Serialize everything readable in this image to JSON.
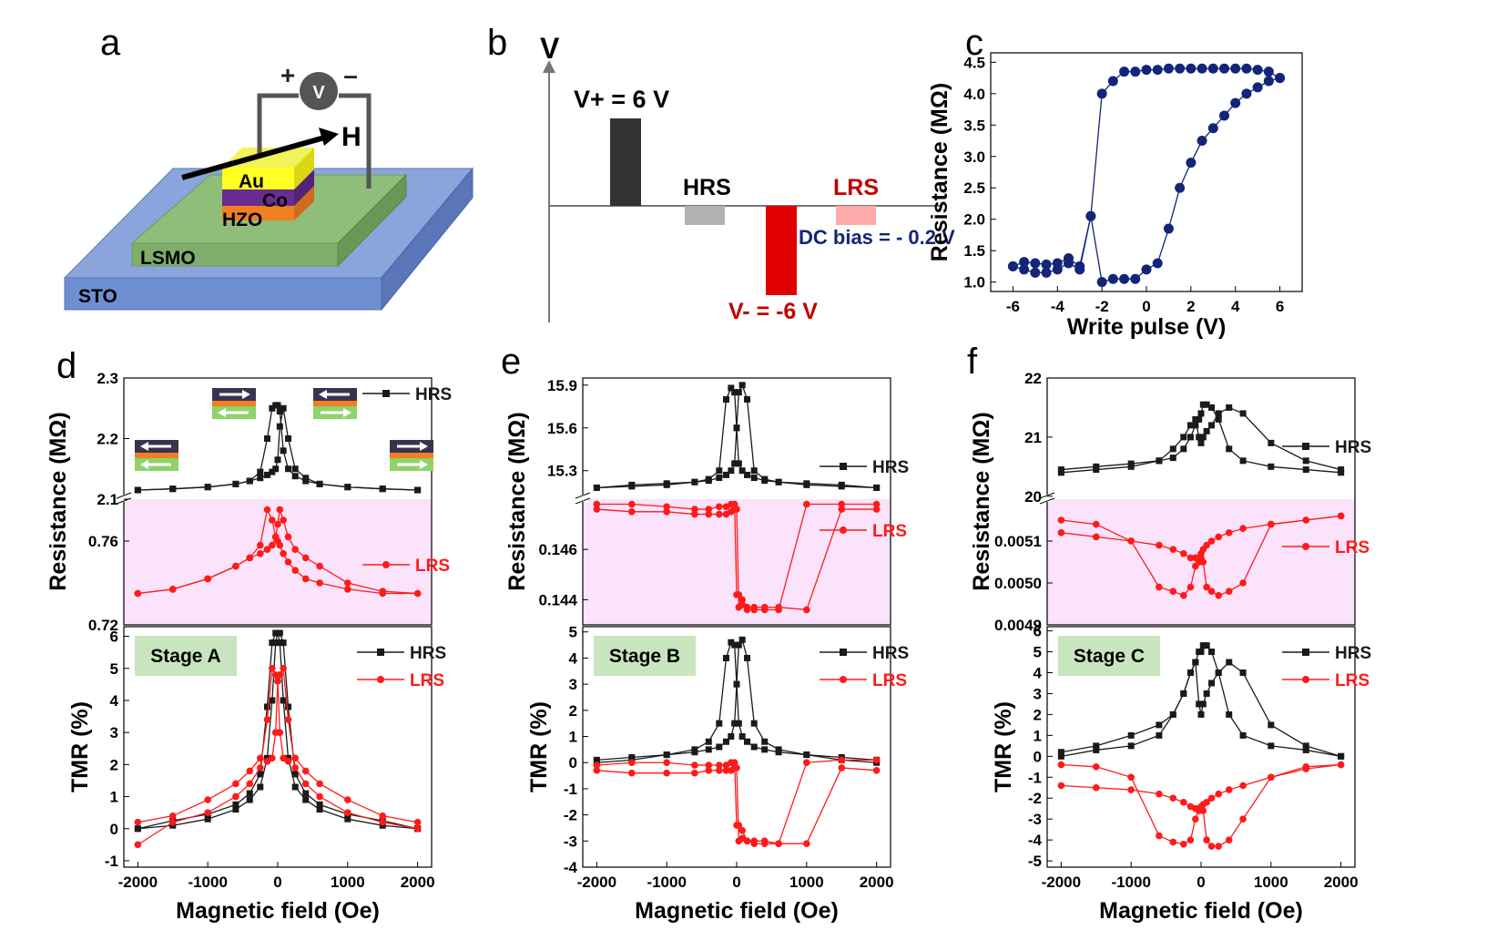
{
  "panel_letters": {
    "a": "a",
    "b": "b",
    "c": "c",
    "d": "d",
    "e": "e",
    "f": "f"
  },
  "colors": {
    "hrs": "#1a1a1a",
    "lrs": "#ff1a1a",
    "c_series": "#12257a",
    "stage_box": "#c9e5bf",
    "pink_band": "#fbe3fb",
    "sto": "#6e8fcf",
    "lsmo": "#7fad6b",
    "au": "#ffff22",
    "co": "#6a2c91",
    "hzo": "#f07f22"
  },
  "panel_a": {
    "labels": {
      "au": "Au",
      "co": "Co",
      "hzo": "HZO",
      "lsmo": "LSMO",
      "sto": "STO",
      "h": "H",
      "v": "V",
      "plus": "+",
      "minus": "–"
    }
  },
  "panel_b": {
    "axis_label": "V",
    "vplus": "V+ = 6 V",
    "vminus": "V- = -6 V",
    "hrs": "HRS",
    "lrs": "LRS",
    "dc_bias": "DC bias = - 0.2 V"
  },
  "panel_c": {
    "xlabel": "Write pulse (V)",
    "ylabel": "Resistance (MΩ)",
    "xticks": [
      "-6",
      "-4",
      "-2",
      "0",
      "2",
      "4",
      "6"
    ],
    "yticks": [
      "1.0",
      "1.5",
      "2.0",
      "2.5",
      "3.0",
      "3.5",
      "4.0",
      "4.5"
    ]
  },
  "panels_def": {
    "xlabel": "Magnetic field (Oe)",
    "res_ylabel": "Resistance (MΩ)",
    "tmr_ylabel": "TMR (%)",
    "xticks": [
      "-2000",
      "-1000",
      "0",
      "1000",
      "2000"
    ],
    "legend_hrs": "HRS",
    "legend_lrs": "LRS",
    "d": {
      "stage": "Stage A",
      "res_top_ticks": [
        "2.3",
        "2.2",
        "2.1"
      ],
      "res_bot_ticks": [
        "0.76",
        "0.72"
      ],
      "tmr_ticks": [
        "6",
        "5",
        "4",
        "3",
        "2",
        "1",
        "0",
        "-1"
      ]
    },
    "e": {
      "stage": "Stage B",
      "res_top_ticks": [
        "15.9",
        "15.6",
        "15.3"
      ],
      "res_bot_ticks": [
        "0.146",
        "0.144"
      ],
      "tmr_ticks": [
        "5",
        "4",
        "3",
        "2",
        "1",
        "0",
        "-1",
        "-2",
        "-3",
        "-4"
      ]
    },
    "f": {
      "stage": "Stage C",
      "res_top_ticks": [
        "22",
        "21",
        "20"
      ],
      "res_bot_ticks": [
        "0.0051",
        "0.0050",
        "0.0049"
      ],
      "tmr_ticks": [
        "6",
        "5",
        "4",
        "3",
        "2",
        "1",
        "0",
        "-1",
        "-2",
        "-3",
        "-4",
        "-5"
      ]
    }
  },
  "chart_data": [
    {
      "type": "scatter",
      "panel": "c",
      "xlabel": "Write pulse (V)",
      "ylabel": "Resistance (MΩ)",
      "xlim": [
        -7,
        7
      ],
      "ylim": [
        0.85,
        4.65
      ],
      "series": [
        {
          "x": [
            -6,
            -5.5,
            -5,
            -4.5,
            -4,
            -3.5,
            -3,
            -2.5,
            -2,
            -1.5,
            -1,
            -0.5,
            0,
            0.5,
            1,
            1.5,
            2,
            2.5,
            3,
            3.5,
            4,
            4.5,
            5,
            5.5,
            6
          ],
          "y": [
            1.25,
            1.2,
            1.15,
            1.15,
            1.2,
            1.3,
            1.2,
            2.05,
            1.0,
            1.05,
            1.05,
            1.05,
            1.2,
            1.3,
            1.85,
            2.5,
            2.9,
            3.25,
            3.45,
            3.65,
            3.85,
            4.0,
            4.1,
            4.2,
            4.25
          ]
        },
        {
          "x": [
            6,
            5.5,
            5,
            4.5,
            4,
            3.5,
            3,
            2.5,
            2,
            1.5,
            1,
            0.5,
            0,
            -0.5,
            -1,
            -1.5,
            -2,
            -2.5,
            -3,
            -3.5,
            -4,
            -4.5,
            -5,
            -5.5,
            -6
          ],
          "y": [
            4.25,
            4.35,
            4.38,
            4.4,
            4.4,
            4.4,
            4.4,
            4.4,
            4.4,
            4.4,
            4.4,
            4.38,
            4.38,
            4.35,
            4.35,
            4.2,
            4.0,
            2.05,
            1.25,
            1.38,
            1.3,
            1.28,
            1.3,
            1.32,
            1.25
          ]
        }
      ]
    },
    {
      "type": "line",
      "panel": "d",
      "x": [
        -2000,
        -1500,
        -1000,
        -600,
        -400,
        -250,
        -150,
        -80,
        -30,
        0,
        30,
        80,
        150,
        250,
        400,
        600,
        1000,
        1500,
        2000
      ],
      "series": [
        {
          "name": "HRS",
          "role": "res",
          "up": [
            2.115,
            2.117,
            2.12,
            2.125,
            2.13,
            2.145,
            2.2,
            2.25,
            2.255,
            2.255,
            2.245,
            2.18,
            2.15,
            2.138,
            2.13,
            2.125,
            2.12,
            2.117,
            2.115
          ],
          "down": [
            2.115,
            2.117,
            2.12,
            2.125,
            2.13,
            2.135,
            2.14,
            2.145,
            2.15,
            2.165,
            2.22,
            2.25,
            2.2,
            2.15,
            2.135,
            2.125,
            2.12,
            2.117,
            2.115
          ]
        },
        {
          "name": "LRS",
          "role": "res",
          "up": [
            0.735,
            0.737,
            0.742,
            0.748,
            0.752,
            0.758,
            0.775,
            0.77,
            0.762,
            0.76,
            0.758,
            0.754,
            0.75,
            0.746,
            0.742,
            0.74,
            0.737,
            0.735,
            0.735
          ],
          "down": [
            0.735,
            0.737,
            0.742,
            0.748,
            0.752,
            0.754,
            0.756,
            0.758,
            0.762,
            0.768,
            0.775,
            0.77,
            0.762,
            0.756,
            0.752,
            0.748,
            0.74,
            0.736,
            0.735
          ]
        },
        {
          "name": "HRS",
          "role": "tmr",
          "up": [
            0.0,
            0.25,
            0.45,
            0.75,
            1.1,
            1.7,
            3.8,
            5.8,
            6.1,
            6.1,
            5.8,
            4.0,
            2.2,
            1.3,
            0.9,
            0.6,
            0.3,
            0.1,
            0.0
          ],
          "down": [
            0.0,
            0.1,
            0.3,
            0.6,
            0.9,
            1.3,
            2.2,
            4.0,
            5.8,
            6.1,
            6.1,
            5.8,
            3.8,
            1.7,
            1.1,
            0.75,
            0.45,
            0.25,
            0.0
          ]
        },
        {
          "name": "LRS",
          "role": "tmr",
          "up": [
            -0.5,
            0.2,
            0.5,
            1.0,
            1.4,
            1.9,
            3.4,
            5.0,
            4.8,
            4.6,
            3.0,
            2.2,
            2.1,
            2.2,
            1.8,
            1.4,
            0.9,
            0.4,
            0.2
          ],
          "down": [
            0.2,
            0.4,
            0.9,
            1.4,
            1.8,
            2.2,
            2.1,
            2.2,
            3.0,
            4.6,
            4.8,
            5.0,
            3.4,
            1.9,
            1.4,
            1.0,
            0.5,
            0.2,
            0.0
          ]
        }
      ],
      "xlabel": "Magnetic field (Oe)",
      "res_ylim_top": [
        2.1,
        2.3
      ],
      "res_ylim_bot": [
        0.72,
        0.78
      ],
      "tmr_ylim": [
        -1.2,
        6.3
      ]
    },
    {
      "type": "line",
      "panel": "e",
      "x": [
        -2000,
        -1500,
        -1000,
        -600,
        -400,
        -250,
        -150,
        -80,
        -30,
        0,
        30,
        80,
        150,
        250,
        400,
        600,
        1000,
        1500,
        2000
      ],
      "series": [
        {
          "name": "HRS",
          "role": "res",
          "up": [
            15.18,
            15.19,
            15.2,
            15.22,
            15.24,
            15.3,
            15.8,
            15.88,
            15.85,
            15.6,
            15.35,
            15.3,
            15.27,
            15.25,
            15.23,
            15.22,
            15.21,
            15.2,
            15.18
          ],
          "down": [
            15.18,
            15.2,
            15.21,
            15.22,
            15.23,
            15.25,
            15.27,
            15.3,
            15.35,
            15.6,
            15.85,
            15.9,
            15.8,
            15.3,
            15.24,
            15.22,
            15.2,
            15.19,
            15.18
          ]
        },
        {
          "name": "LRS",
          "role": "res",
          "up": [
            0.1476,
            0.1475,
            0.1475,
            0.1474,
            0.1474,
            0.1474,
            0.1474,
            0.1475,
            0.1476,
            0.1476,
            0.1437,
            0.1438,
            0.1436,
            0.1436,
            0.1436,
            0.1436,
            0.1478,
            0.1478,
            0.1478
          ],
          "down": [
            0.1478,
            0.1478,
            0.1477,
            0.1476,
            0.1476,
            0.1477,
            0.1477,
            0.1478,
            0.1478,
            0.1442,
            0.1442,
            0.144,
            0.1437,
            0.1437,
            0.1437,
            0.1437,
            0.1436,
            0.1476,
            0.1476
          ]
        },
        {
          "name": "HRS",
          "role": "tmr",
          "up": [
            0.0,
            0.1,
            0.3,
            0.5,
            0.8,
            1.5,
            4.0,
            4.6,
            4.5,
            3.0,
            1.5,
            1.0,
            0.8,
            0.6,
            0.5,
            0.4,
            0.3,
            0.2,
            0.1
          ],
          "down": [
            0.1,
            0.2,
            0.3,
            0.4,
            0.5,
            0.6,
            0.8,
            1.0,
            1.5,
            3.0,
            4.5,
            4.7,
            4.0,
            1.5,
            0.8,
            0.5,
            0.3,
            0.1,
            0.0
          ]
        },
        {
          "name": "LRS",
          "role": "tmr",
          "up": [
            -0.3,
            -0.4,
            -0.4,
            -0.4,
            -0.3,
            -0.3,
            -0.3,
            -0.3,
            -0.2,
            -0.2,
            -3.0,
            -2.9,
            -3.0,
            -3.0,
            -3.0,
            -3.1,
            0.0,
            0.1,
            0.1
          ],
          "down": [
            -0.1,
            0.0,
            0.0,
            -0.1,
            -0.1,
            -0.1,
            -0.1,
            0.0,
            0.0,
            -2.4,
            -2.4,
            -2.6,
            -3.0,
            -3.1,
            -3.1,
            -3.1,
            -3.1,
            -0.2,
            -0.3
          ]
        }
      ],
      "xlabel": "Magnetic field (Oe)",
      "res_ylim_top": [
        15.1,
        15.95
      ],
      "res_ylim_bot": [
        0.143,
        0.148
      ],
      "tmr_ylim": [
        -4.0,
        5.2
      ]
    },
    {
      "type": "line",
      "panel": "f",
      "x": [
        -2000,
        -1500,
        -1000,
        -600,
        -400,
        -250,
        -150,
        -80,
        -30,
        0,
        30,
        80,
        150,
        250,
        400,
        600,
        1000,
        1500,
        2000
      ],
      "series": [
        {
          "name": "HRS",
          "role": "res",
          "up": [
            20.45,
            20.5,
            20.55,
            20.6,
            20.65,
            20.8,
            21.0,
            21.2,
            21.3,
            21.4,
            21.55,
            21.55,
            21.5,
            21.3,
            20.8,
            20.6,
            20.5,
            20.45,
            20.4
          ],
          "down": [
            20.4,
            20.45,
            20.5,
            20.6,
            20.8,
            21.0,
            21.2,
            21.3,
            21.0,
            20.9,
            21.0,
            21.1,
            21.2,
            21.4,
            21.5,
            21.4,
            20.9,
            20.6,
            20.45
          ]
        },
        {
          "name": "LRS",
          "role": "res",
          "up": [
            0.00512,
            0.00511,
            0.0051,
            0.00509,
            0.00508,
            0.00507,
            0.00506,
            0.00506,
            0.00505,
            0.00506,
            0.00505,
            0.00499,
            0.00498,
            0.00497,
            0.00498,
            0.005,
            0.00514,
            0.00515,
            0.00516
          ],
          "down": [
            0.00515,
            0.00514,
            0.0051,
            0.00499,
            0.00498,
            0.00497,
            0.00499,
            0.00504,
            0.00506,
            0.00507,
            0.00508,
            0.00509,
            0.0051,
            0.00511,
            0.00512,
            0.00513,
            0.00514,
            0.00515,
            0.00516
          ]
        },
        {
          "name": "HRS",
          "role": "tmr",
          "up": [
            0.2,
            0.5,
            1.0,
            1.5,
            2.0,
            3.0,
            4.0,
            4.5,
            5.0,
            5.0,
            5.3,
            5.3,
            5.0,
            4.0,
            2.0,
            1.0,
            0.5,
            0.3,
            0.0
          ],
          "down": [
            0.0,
            0.3,
            0.5,
            1.0,
            2.0,
            3.0,
            4.0,
            4.5,
            2.5,
            2.0,
            2.5,
            3.0,
            3.5,
            4.0,
            4.5,
            4.0,
            1.5,
            0.5,
            0.0
          ]
        },
        {
          "name": "LRS",
          "role": "tmr",
          "up": [
            -1.4,
            -1.5,
            -1.6,
            -1.8,
            -2.0,
            -2.2,
            -2.4,
            -2.5,
            -2.6,
            -2.5,
            -2.6,
            -4.0,
            -4.3,
            -4.3,
            -4.0,
            -3.0,
            -1.0,
            -0.5,
            -0.4
          ],
          "down": [
            -0.4,
            -0.5,
            -1.0,
            -3.8,
            -4.1,
            -4.2,
            -4.0,
            -3.0,
            -2.5,
            -2.4,
            -2.3,
            -2.2,
            -2.0,
            -1.8,
            -1.6,
            -1.4,
            -1.0,
            -0.6,
            -0.4
          ]
        }
      ],
      "xlabel": "Magnetic field (Oe)",
      "res_ylim_top": [
        19.95,
        22.0
      ],
      "res_ylim_bot": [
        0.0049,
        0.0052
      ],
      "tmr_ylim": [
        -5.3,
        6.2
      ]
    }
  ]
}
